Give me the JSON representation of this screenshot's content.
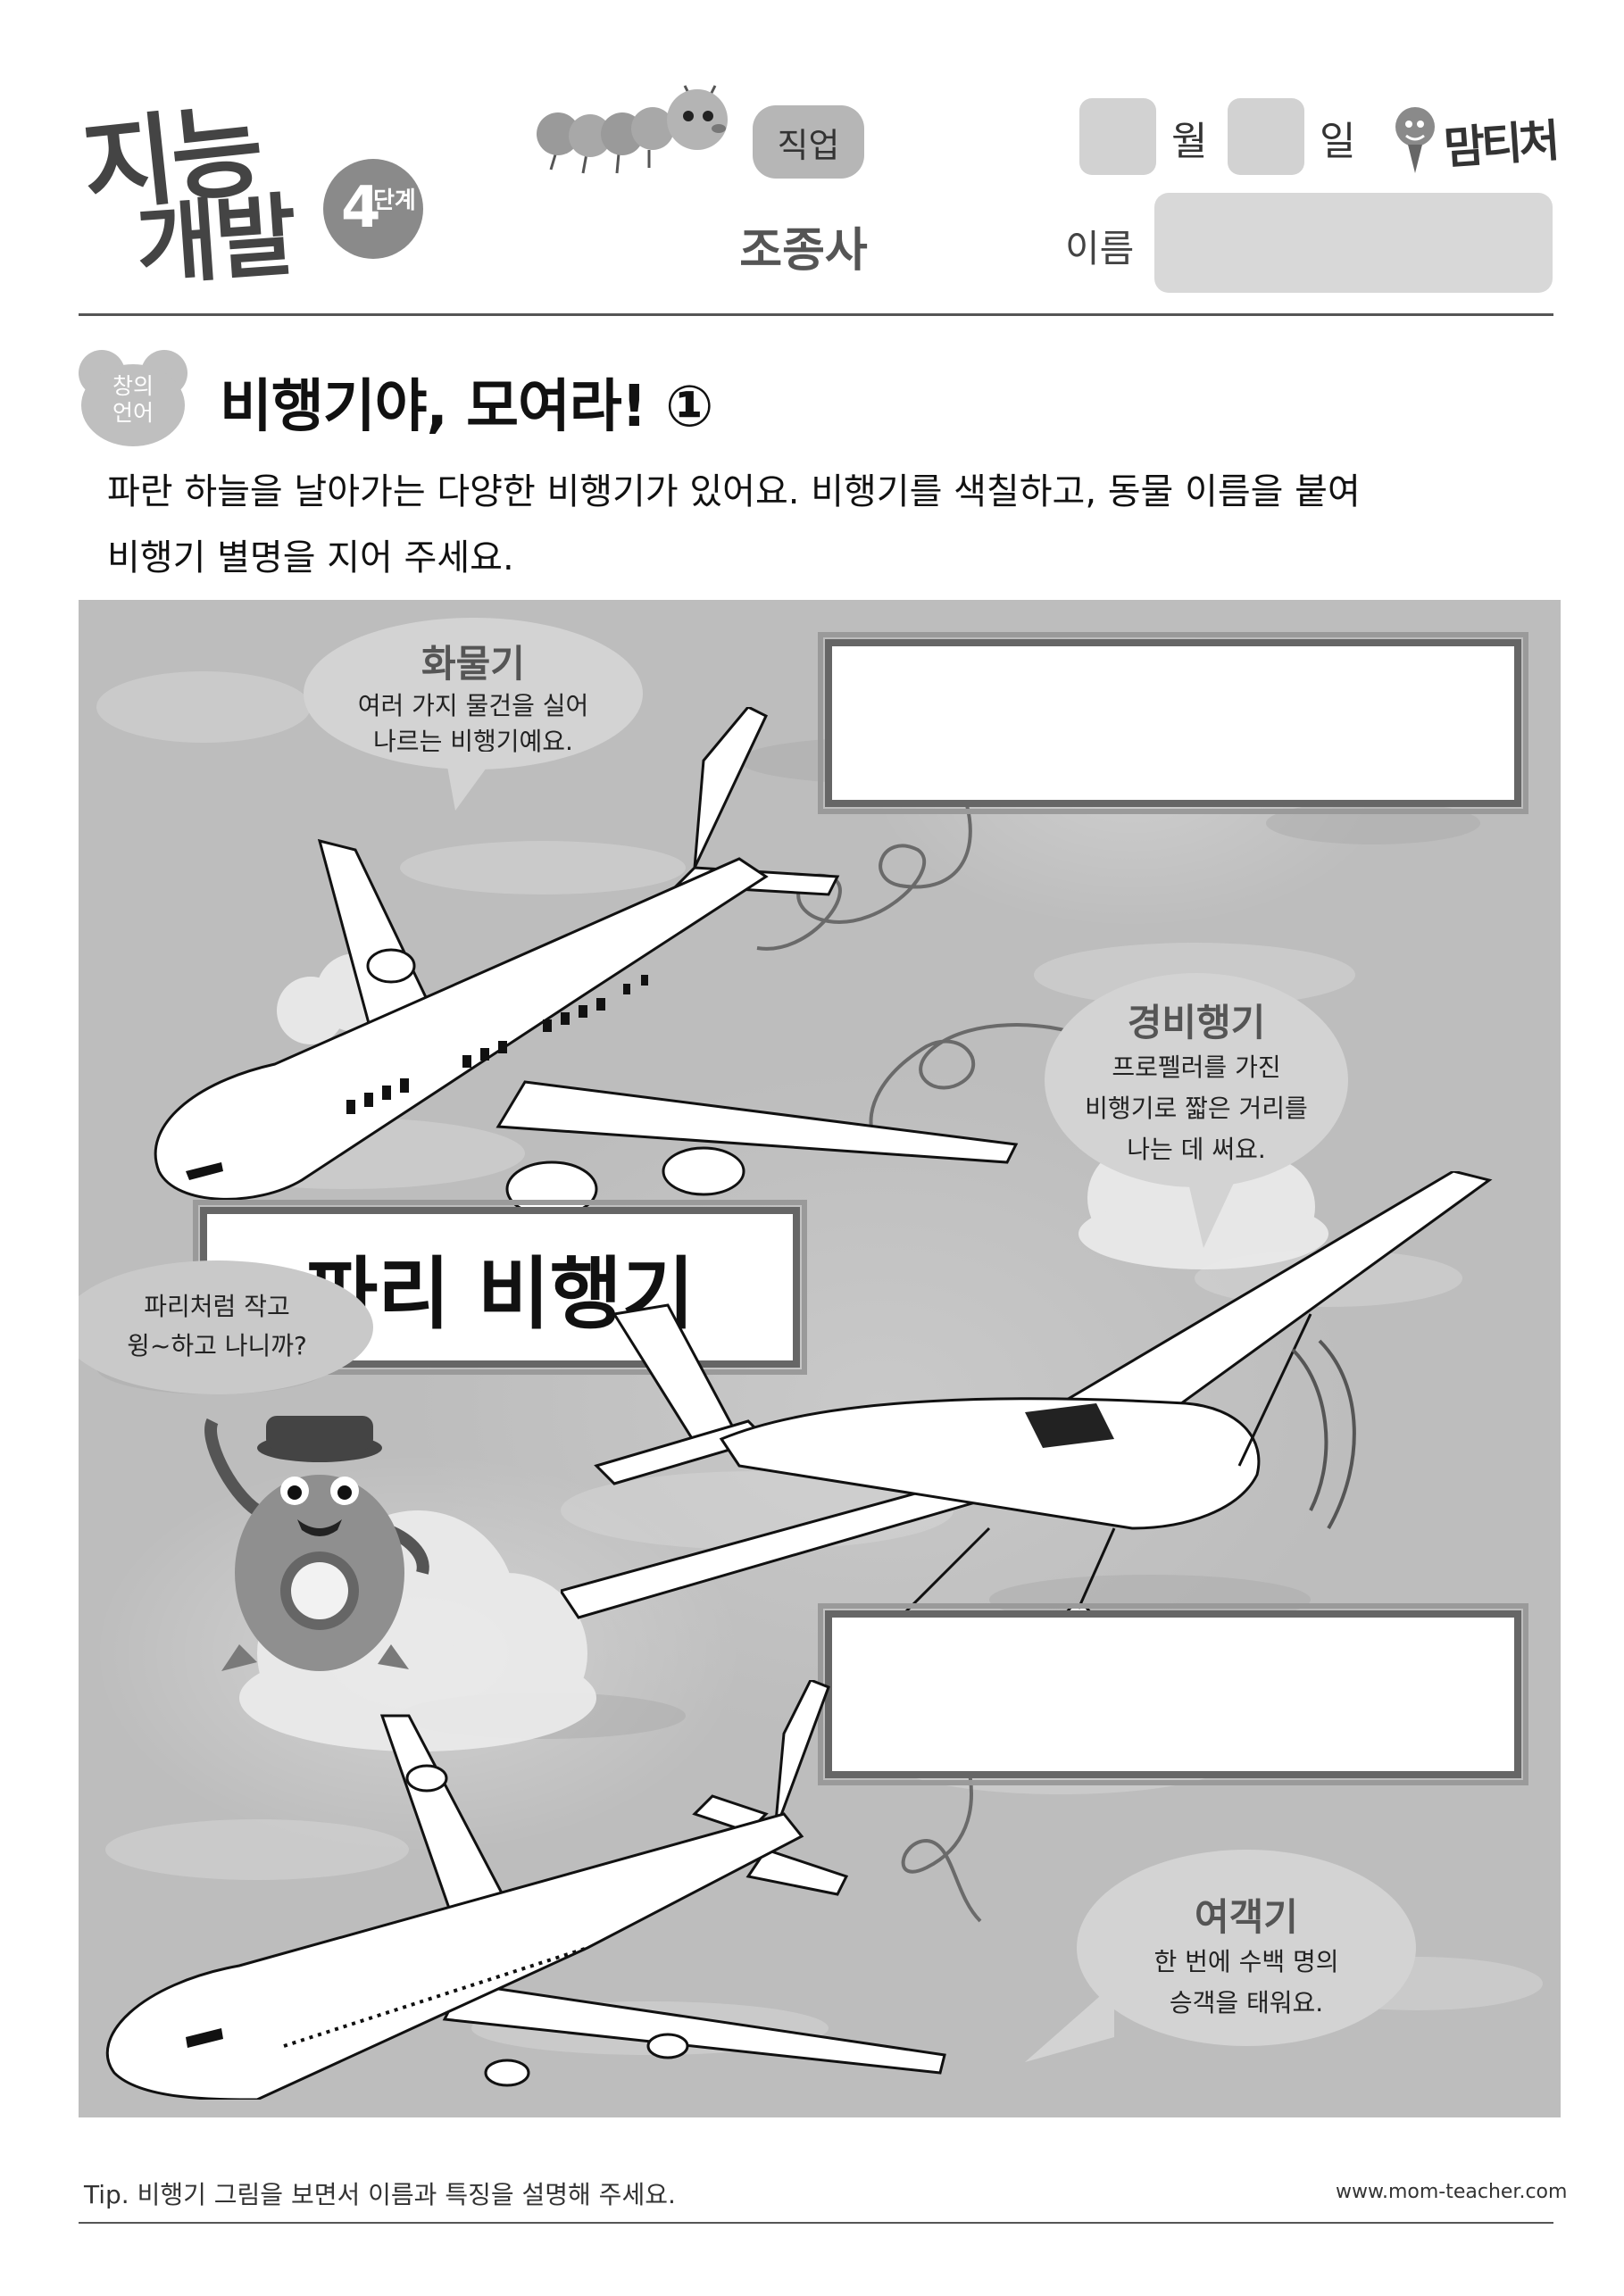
{
  "header": {
    "logo": {
      "line1": "지능",
      "line2": "개발",
      "badge_number": "4",
      "badge_unit": "단계"
    },
    "category_tag": "직업",
    "job_title": "조종사",
    "date": {
      "month_label": "월",
      "day_label": "일",
      "month_value": "",
      "day_value": ""
    },
    "brand": "맘티처",
    "name_label": "이름",
    "name_value": ""
  },
  "activity": {
    "badge_line1": "창의",
    "badge_line2": "언어",
    "title": "비행기야, 모여라! ①",
    "instruction_line1": "파란 하늘을 날아가는 다양한 비행기가 있어요. 비행기를 색칠하고, 동물 이름을 붙여",
    "instruction_line2": "비행기 별명을 지어 주세요."
  },
  "planes": [
    {
      "title": "화물기",
      "desc_line1": "여러 가지 물건을 실어",
      "desc_line2": "나르는 비행기예요.",
      "nickname": ""
    },
    {
      "title": "경비행기",
      "desc_line1": "프로펠러를 가진",
      "desc_line2": "비행기로 짧은 거리를",
      "desc_line3": "나는 데 써요.",
      "nickname": ""
    },
    {
      "title": "여객기",
      "desc_line1": "한 번에 수백 명의",
      "desc_line2": "승객을 태워요.",
      "nickname": ""
    }
  ],
  "example": {
    "nickname": "파리 비행기",
    "speech_line1": "파리처럼 작고",
    "speech_line2": "윙~하고 나니까?"
  },
  "footer": {
    "tip": "Tip. 비행기 그림을 보면서 이름과 특징을 설명해 주세요.",
    "url": "www.mom-teacher.com"
  },
  "icons": [
    "caterpillar-icon",
    "pencil-mascot-icon",
    "fly-mascot-icon",
    "cargo-plane-icon",
    "light-plane-icon",
    "passenger-plane-icon"
  ]
}
